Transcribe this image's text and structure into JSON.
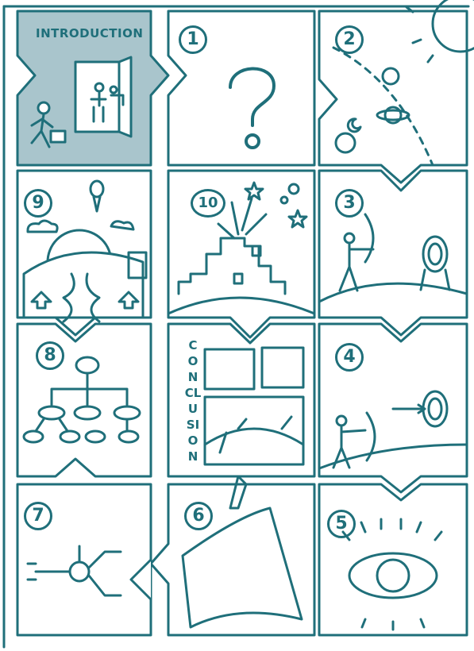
{
  "colors": {
    "ink": "#1f6f7a",
    "highlight": "#a9c5cc",
    "background": "#ffffff"
  },
  "intro": {
    "title": "INTRODUCTION"
  },
  "steps": [
    {
      "id": "1",
      "icon": "question-mark-icon"
    },
    {
      "id": "2",
      "icon": "planets-orbit-icon"
    },
    {
      "id": "3",
      "icon": "archer-aiming-icon"
    },
    {
      "id": "4",
      "icon": "archer-hit-target-icon"
    },
    {
      "id": "5",
      "icon": "eye-icon"
    },
    {
      "id": "6",
      "icon": "pencil-writing-icon"
    },
    {
      "id": "7",
      "icon": "mind-map-icon"
    },
    {
      "id": "8",
      "icon": "hierarchy-tree-icon"
    },
    {
      "id": "9",
      "icon": "sunrise-landscape-icon"
    },
    {
      "id": "10",
      "icon": "city-fireworks-icon"
    }
  ],
  "conclusion": {
    "label": "CONCLUSION"
  }
}
